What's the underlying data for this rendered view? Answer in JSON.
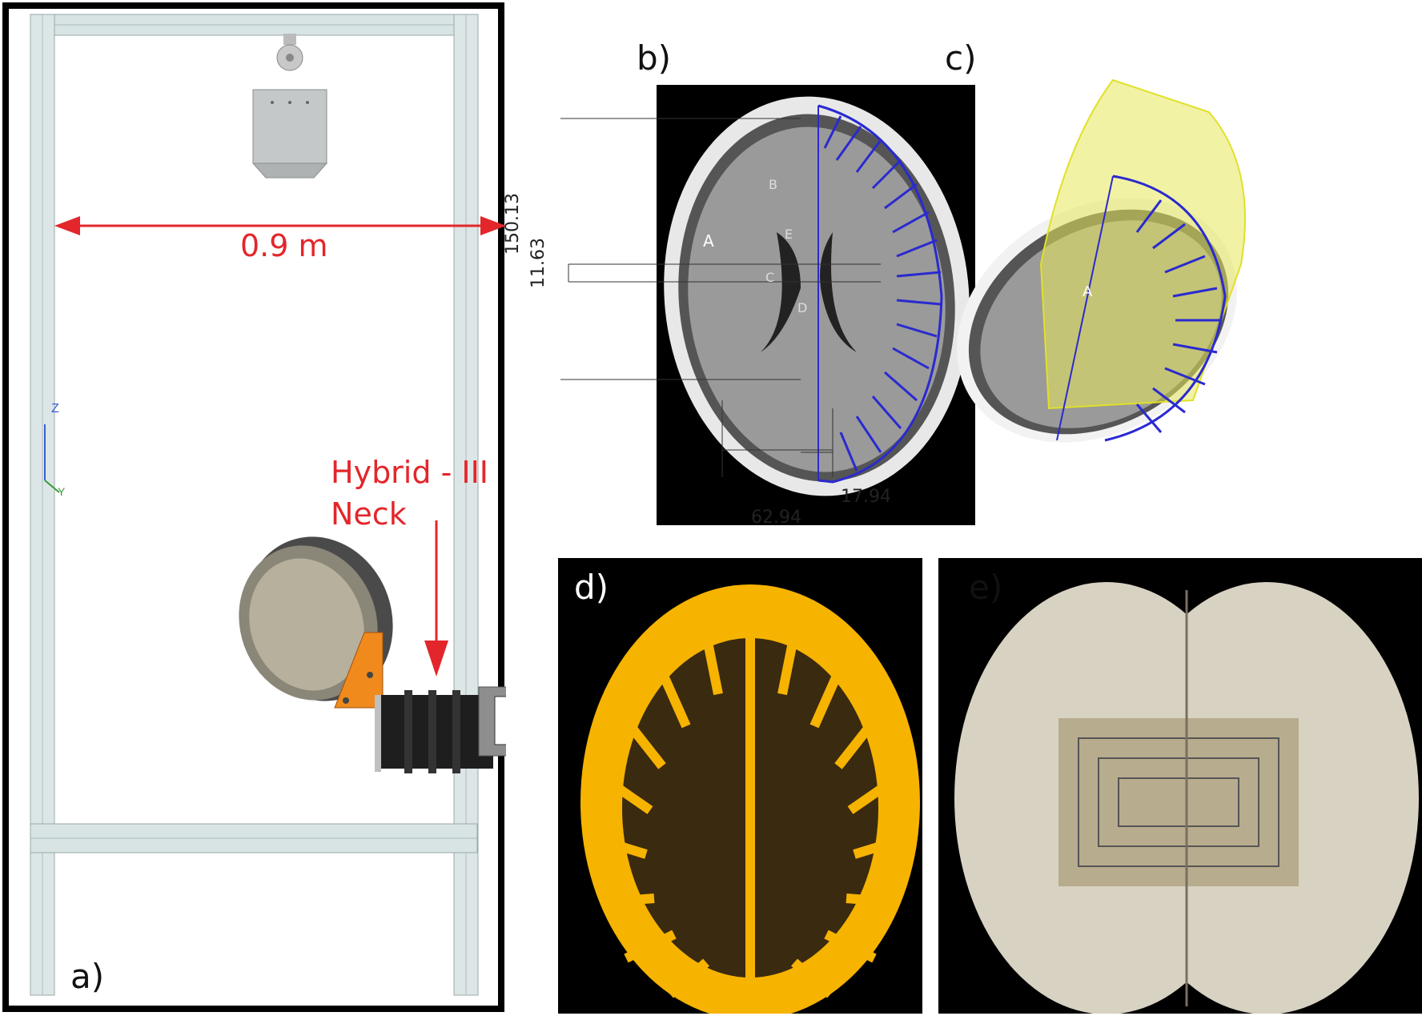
{
  "panels": {
    "a": {
      "label": "a)",
      "width_label": "0.9 m",
      "neck_label_line1": "Hybrid - III",
      "neck_label_line2": "Neck",
      "axis_z": "Z",
      "axis_y": "Y",
      "annotation_color": "#e3262b"
    },
    "b": {
      "label": "b)",
      "dims": {
        "height_total": "150.13",
        "offset": "11.63",
        "width_half": "62.94",
        "width_small": "17.94"
      },
      "markers": [
        "A",
        "B",
        "C",
        "D",
        "E"
      ],
      "rib_color": "#2a2ad0"
    },
    "c": {
      "label": "c)",
      "overlay_color": "#e8e85a",
      "marker": "A"
    },
    "d": {
      "label": "d)",
      "part_color": "#f6b300"
    },
    "e": {
      "label": "e)"
    }
  }
}
